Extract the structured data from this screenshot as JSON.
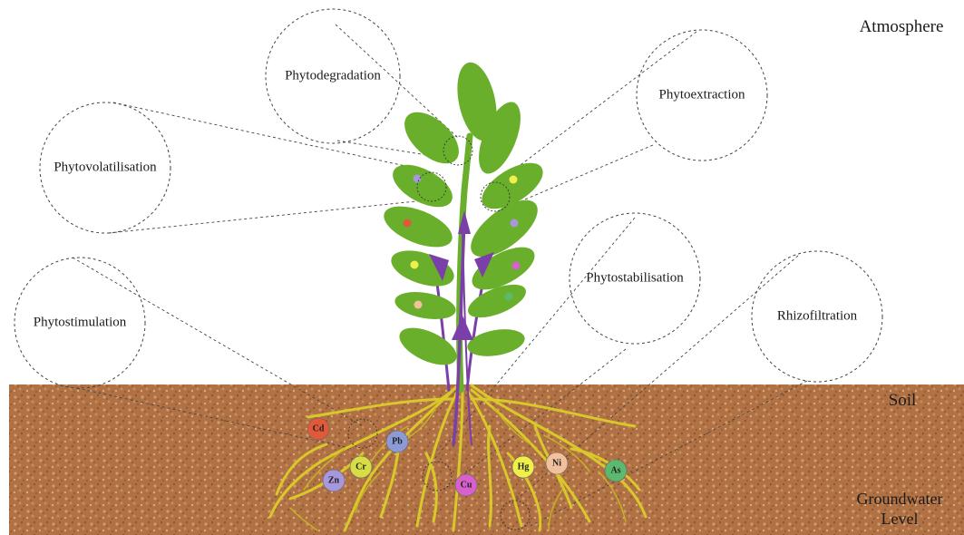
{
  "processes": {
    "phytodegradation": "Phytodegradation",
    "phytoextraction": "Phytoextraction",
    "phytovolatilisation": "Phytovolatilisation",
    "phytostimulation": "Phytostimulation",
    "phytostabilisation": "Phytostabilisation",
    "rhizofiltration": "Rhizofiltration"
  },
  "zones": {
    "atmosphere": "Atmosphere",
    "soil": "Soil",
    "groundwater_line1": "Groundwater",
    "groundwater_line2": "Level"
  },
  "metals": [
    {
      "symbol": "Cd",
      "color": "#e05a3a"
    },
    {
      "symbol": "Pb",
      "color": "#8c9ad6"
    },
    {
      "symbol": "Cr",
      "color": "#d6dd45"
    },
    {
      "symbol": "Zn",
      "color": "#a797db"
    },
    {
      "symbol": "Cu",
      "color": "#d860cc"
    },
    {
      "symbol": "Hg",
      "color": "#f0f04a"
    },
    {
      "symbol": "Ni",
      "color": "#f2c09c"
    },
    {
      "symbol": "As",
      "color": "#5cba6e"
    }
  ],
  "colors": {
    "leaf": "#6aaf2c",
    "stem": "#6aaf2c",
    "arrow": "#7a3fa8",
    "root": "#d8c829",
    "soil": "#b07245",
    "soil_speckle": "#d49b6a"
  }
}
